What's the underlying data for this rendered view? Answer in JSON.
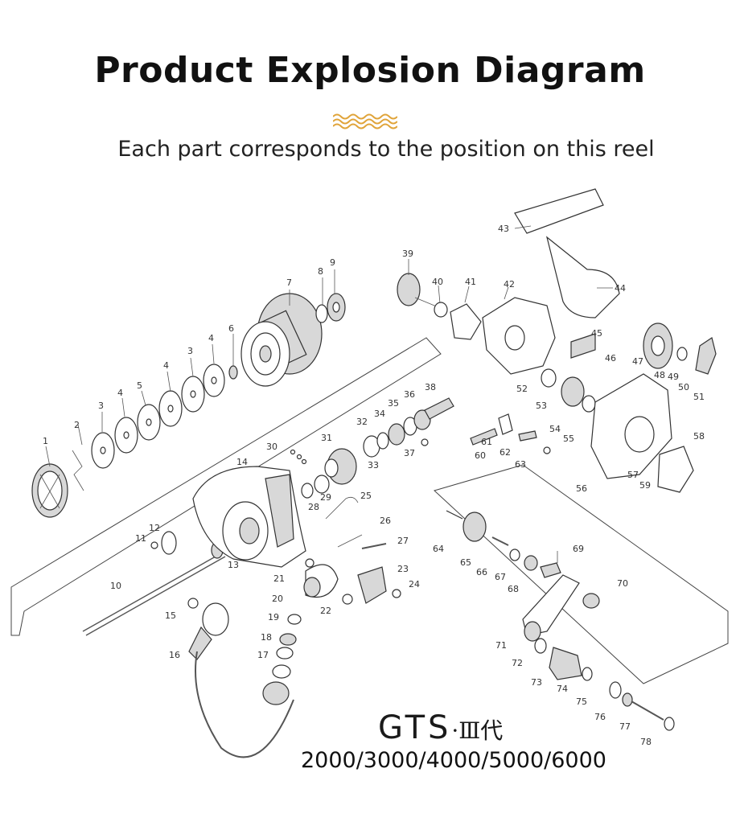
{
  "header": {
    "title": "Product Explosion Diagram",
    "subtitle": "Each part corresponds to the position on this reel",
    "accent_color": "#e0a43a"
  },
  "product": {
    "brand": "GTS",
    "generation": "·Ⅲ代",
    "models": "2000/3000/4000/5000/6000"
  },
  "parts": {
    "p1": "1",
    "p2": "2",
    "p3": "3",
    "p3b": "3",
    "p4": "4",
    "p4b": "4",
    "p4c": "4",
    "p5": "5",
    "p6": "6",
    "p7": "7",
    "p8": "8",
    "p9": "9",
    "p10": "10",
    "p11": "11",
    "p12": "12",
    "p13": "13",
    "p14": "14",
    "p15": "15",
    "p16": "16",
    "p17": "17",
    "p18": "18",
    "p19": "19",
    "p20": "20",
    "p21": "21",
    "p22": "22",
    "p23": "23",
    "p24": "24",
    "p25": "25",
    "p26": "26",
    "p27": "27",
    "p28": "28",
    "p29": "29",
    "p30": "30",
    "p31": "31",
    "p32": "32",
    "p33": "33",
    "p34": "34",
    "p35": "35",
    "p36": "36",
    "p37": "37",
    "p38": "38",
    "p39": "39",
    "p40": "40",
    "p41": "41",
    "p42": "42",
    "p43": "43",
    "p44": "44",
    "p45": "45",
    "p46": "46",
    "p47": "47",
    "p48": "48",
    "p49": "49",
    "p50": "50",
    "p51": "51",
    "p52": "52",
    "p53": "53",
    "p54": "54",
    "p55": "55",
    "p56": "56",
    "p57": "57",
    "p58": "58",
    "p59": "59",
    "p60": "60",
    "p61": "61",
    "p62": "62",
    "p63": "63",
    "p64": "64",
    "p65": "65",
    "p66": "66",
    "p67": "67",
    "p68": "68",
    "p69": "69",
    "p70": "70",
    "p71": "71",
    "p72": "72",
    "p73": "73",
    "p74": "74",
    "p75": "75",
    "p76": "76",
    "p77": "77",
    "p78": "78"
  }
}
